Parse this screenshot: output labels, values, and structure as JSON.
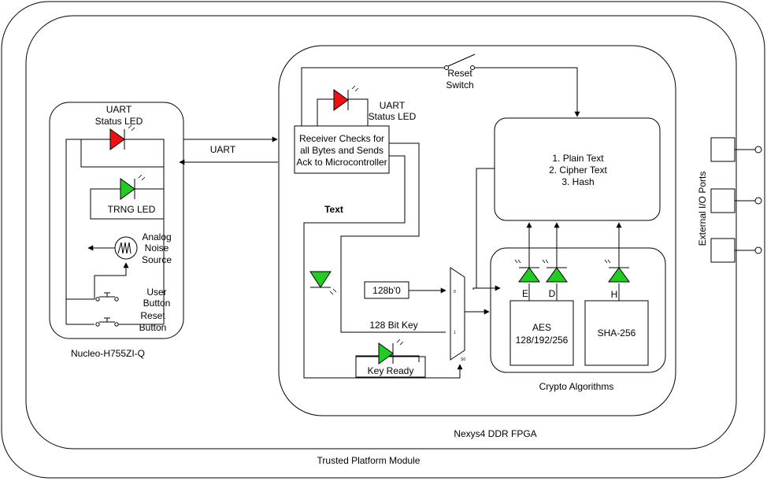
{
  "labels": {
    "tpm": "Trusted Platform Module",
    "fpga": "Nexys4 DDR FPGA",
    "nucleo": "Nucleo-H755ZI-Q",
    "uart_link": "UART",
    "nucleo_uart_led_1": "UART",
    "nucleo_uart_led_2": "Status LED",
    "trng_led": "TRNG LED",
    "analog_1": "Analog",
    "analog_2": "Noise",
    "analog_3": "Source",
    "user_btn_1": "User",
    "user_btn_2": "Button",
    "reset_btn_1": "Reset",
    "reset_btn_2": "Button",
    "reset_switch_1": "Reset",
    "reset_switch_2": "Switch",
    "fpga_uart_led_1": "UART",
    "fpga_uart_led_2": "Status LED",
    "receiver_1": "Receiver Checks for",
    "receiver_2": "all Bytes and Sends",
    "receiver_3": "Ack to Microcontroller",
    "text_bold": "Text",
    "const_128": "128b'0",
    "key_128": "128 Bit Key",
    "key_ready": "Key Ready",
    "mux_0": "0",
    "mux_1": "1",
    "mux_s0": "S0",
    "output_1": "1. Plain Text",
    "output_2": "2. Cipher Text",
    "output_3": "3. Hash",
    "led_e": "E",
    "led_d": "D",
    "led_h": "H",
    "aes_1": "AES",
    "aes_2": "128/192/256",
    "sha": "SHA-256",
    "crypto": "Crypto Algorithms",
    "ext_io": "External I/O Ports"
  },
  "colors": {
    "red_led": "#ee1111",
    "green_led": "#22cc22",
    "stroke": "#000000"
  },
  "icons": {
    "led": "led-triangle-icon",
    "noise_source": "noise-source-icon",
    "push_button": "push-button-icon",
    "switch": "switch-icon",
    "mux": "multiplexer-icon"
  }
}
